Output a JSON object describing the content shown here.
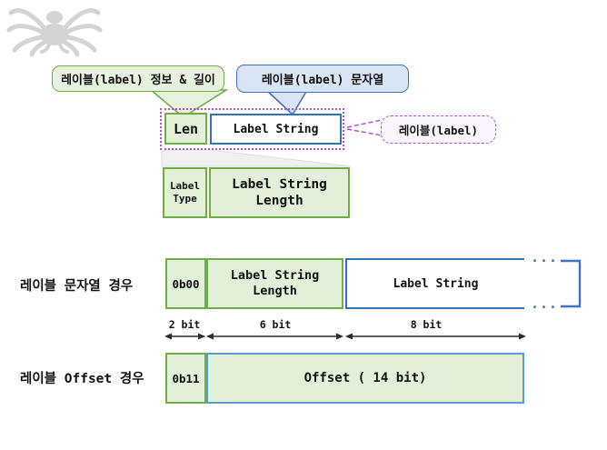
{
  "callouts": {
    "green": "레이블(label) 정보 & 길이",
    "blue": "레이블(label) 문자열",
    "purple": "레이블(label)"
  },
  "header_boxes": {
    "len": "Len",
    "label_string": "Label String"
  },
  "type_box": {
    "type_line1": "Label",
    "type_line2": "Type",
    "length_line1": "Label String",
    "length_line2": "Length"
  },
  "rows": {
    "string_case": {
      "label": "레이블 문자열 경우",
      "prefix": "0b00",
      "length_line1": "Label String",
      "length_line2": "Length",
      "string_box": "Label String",
      "ellipsis": "..."
    },
    "offset_case": {
      "label": "레이블 Offset 경우",
      "prefix": "0b11",
      "offset_text": "Offset ( 14 bit)"
    }
  },
  "bits": {
    "b2": "2 bit",
    "b6": "6 bit",
    "b8": "8 bit"
  },
  "colors": {
    "green_border": "#70ad47",
    "green_fill": "#e2efd9",
    "box_blue_border": "#2e75b6",
    "accent_blue": "#4472c4",
    "blue_callout_fill": "#d9e5f5",
    "offset_box_border": "#5b9bd5",
    "purple": "#b44ddb",
    "purple_callout_fill": "#faf5fe",
    "logo_gray": "#d4d4d4",
    "arrow_black": "#2b2b2b"
  }
}
